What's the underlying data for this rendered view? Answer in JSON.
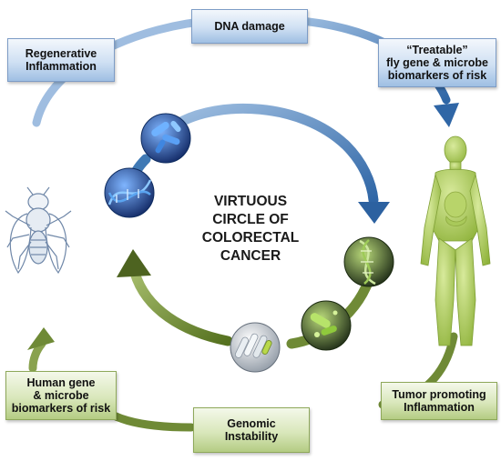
{
  "diagram": {
    "center_title": [
      "VIRTUOUS",
      "CIRCLE OF",
      "COLORECTAL",
      "CANCER"
    ],
    "boxes": {
      "dna_damage": "DNA damage",
      "regenerative_inflammation": "Regenerative\nInflammation",
      "treatable_biomarkers": "“Treatable”\nfly gene & microbe\nbiomarkers of risk",
      "human_biomarkers": "Human gene\n& microbe\nbiomarkers of risk",
      "genomic_instability": "Genomic\nInstability",
      "tumor_promoting_inflammation": "Tumor promoting\nInflammation"
    },
    "colors": {
      "blue_arrow": "#3f79b5",
      "blue_dark": "#1d4f8a",
      "green_arrow": "#6f8a36",
      "green_dark": "#4d6320",
      "human_figure": "#9fc04a",
      "fly_outline": "#6f87a8"
    },
    "icons": [
      "fruit-fly-icon",
      "human-figure-icon",
      "dna-helix-icon",
      "bacteria-icon",
      "green-dna-icon",
      "green-bacteria-icon",
      "villi-tissue-icon"
    ]
  }
}
